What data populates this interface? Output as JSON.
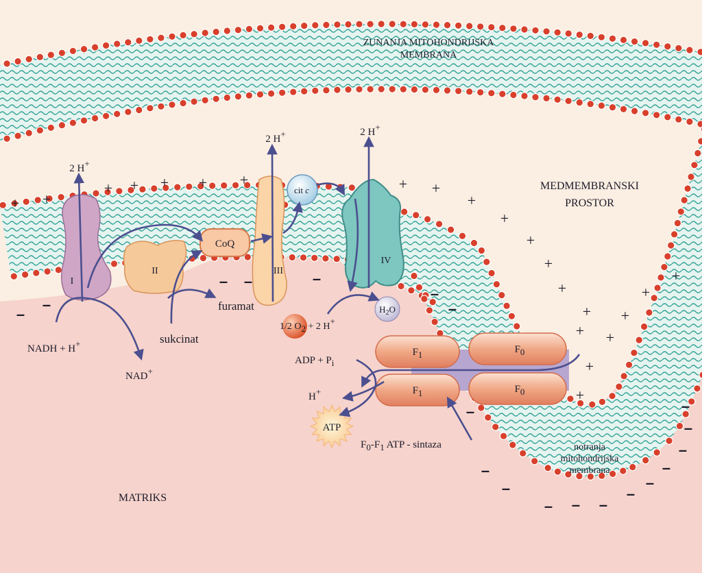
{
  "labels": {
    "outer_membrane_line1": "ZUNANJA MITOHONDRIJSKA",
    "outer_membrane_line2": "MEMBRANA",
    "intermembrane_line1": "MEDMEMBRANSKI",
    "intermembrane_line2": "PROSTOR",
    "matrix": "MATRIKS",
    "inner_membrane_line1": "notranja",
    "inner_membrane_line2": "mitohondrijska",
    "inner_membrane_line3": "membrana"
  },
  "complexes": {
    "I": "I",
    "II": "II",
    "III": "III",
    "IV": "IV",
    "coq": "CoQ",
    "cit_c": "cit",
    "cit_c_italic": "c"
  },
  "substrates": {
    "nadh": "NADH + H",
    "nadh_sup": "+",
    "nad": "NAD",
    "nad_sup": "+",
    "succinate": "sukcinat",
    "fumarate": "furamat",
    "h_plus_I": "2 H",
    "h_plus_I_sup": "+",
    "h_plus_III": "2 H",
    "h_plus_III_sup": "+",
    "h_plus_IV": "2 H",
    "h_plus_IV_sup": "+",
    "half_o2_pre": "1/2 O",
    "half_o2_sub": "2",
    "half_o2_post": " + 2 H",
    "half_o2_sup": "+",
    "water": "H",
    "water_sub": "2",
    "water_post": "O"
  },
  "atp_synthase": {
    "f1": "F",
    "f1_sub": "1",
    "f0": "F",
    "f0_sub": "0",
    "adp": "ADP + P",
    "adp_sub": "i",
    "h_plus": "H",
    "h_plus_sup": "+",
    "atp": "ATP",
    "name_f0": "F",
    "name_f0_sub": "0",
    "name_f1": "-F",
    "name_f1_sub": "1",
    "name_rest": " ATP - sintaza"
  },
  "charges": {
    "plus": "+",
    "minus": "–"
  },
  "colors": {
    "lipid_head": "#d8402c",
    "lipid_tail": "#3aa59a",
    "matrix": "#f6d3cc",
    "intermembrane": "#fbeee2",
    "complex_I": "#cfa6c6",
    "complex_orange": "#f6c99a",
    "complex_IV": "#7ec6c0",
    "f_unit": "#e9957a",
    "arrow": "#4b4f8f"
  }
}
